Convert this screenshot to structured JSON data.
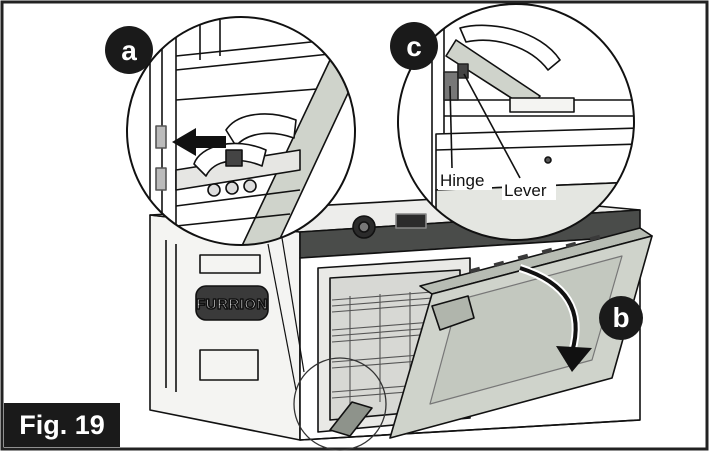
{
  "figure": {
    "label": "Fig. 19"
  },
  "steps": {
    "a": "a",
    "b": "b",
    "c": "c"
  },
  "callouts": {
    "hinge": "Hinge",
    "lever": "Lever"
  },
  "brand": "FURRION",
  "colors": {
    "badge": "#1a1a1a",
    "door": "#cfd3cb",
    "door_dark": "#9da39a",
    "panel_dark": "#3d3f3d",
    "line": "#111111",
    "frame": "#222222"
  }
}
